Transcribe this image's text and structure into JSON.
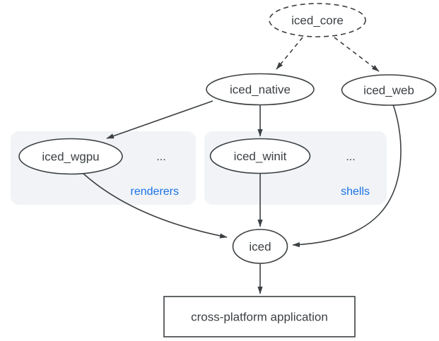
{
  "diagram": {
    "nodes": {
      "iced_core": {
        "label": "iced_core",
        "shape": "ellipse",
        "border": "dashed"
      },
      "iced_native": {
        "label": "iced_native",
        "shape": "ellipse",
        "border": "solid"
      },
      "iced_web": {
        "label": "iced_web",
        "shape": "ellipse",
        "border": "solid"
      },
      "iced_wgpu": {
        "label": "iced_wgpu",
        "shape": "ellipse",
        "border": "solid"
      },
      "iced_winit": {
        "label": "iced_winit",
        "shape": "ellipse",
        "border": "solid"
      },
      "iced": {
        "label": "iced",
        "shape": "ellipse",
        "border": "solid"
      },
      "application": {
        "label": "cross-platform application",
        "shape": "rectangle",
        "border": "solid"
      }
    },
    "groups": {
      "renderers": {
        "label": "renderers",
        "ellipsis": "...",
        "contains": [
          "iced_wgpu"
        ]
      },
      "shells": {
        "label": "shells",
        "ellipsis": "...",
        "contains": [
          "iced_winit"
        ]
      }
    },
    "edges": [
      {
        "from": "iced_core",
        "to": "iced_native",
        "style": "dashed"
      },
      {
        "from": "iced_core",
        "to": "iced_web",
        "style": "dashed"
      },
      {
        "from": "iced_native",
        "to": "iced_wgpu",
        "style": "solid"
      },
      {
        "from": "iced_native",
        "to": "iced_winit",
        "style": "solid"
      },
      {
        "from": "iced_wgpu",
        "to": "iced",
        "style": "solid"
      },
      {
        "from": "iced_winit",
        "to": "iced",
        "style": "solid"
      },
      {
        "from": "iced_web",
        "to": "iced",
        "style": "solid"
      },
      {
        "from": "iced",
        "to": "application",
        "style": "solid"
      }
    ],
    "colors": {
      "stroke": "#3c4043",
      "text": "#3c4043",
      "group_fill": "#f1f3f6",
      "group_label": "#1a73e8",
      "background": "#ffffff"
    }
  }
}
